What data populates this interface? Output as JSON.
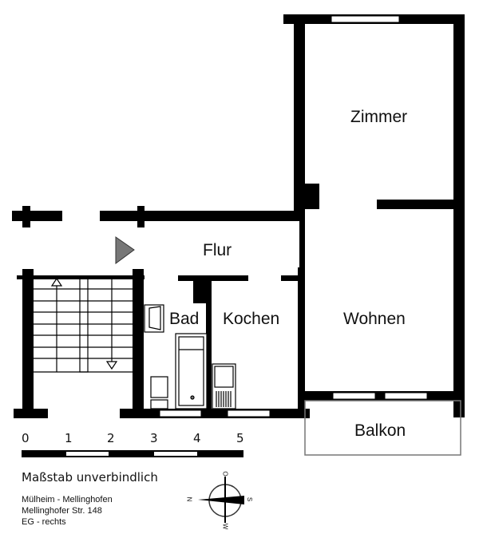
{
  "rooms": {
    "zimmer": "Zimmer",
    "flur": "Flur",
    "bad": "Bad",
    "kochen": "Kochen",
    "wohnen": "Wohnen",
    "balkon": "Balkon"
  },
  "scale": {
    "ticks": [
      "0",
      "1",
      "2",
      "3",
      "4",
      "5"
    ],
    "note": "Maßstab unverbindlich"
  },
  "address": {
    "line1": "Mülheim - Mellinghofen",
    "line2": "Mellinghofer Str. 148",
    "line3": "EG - rechts"
  },
  "compass": {
    "north": "N",
    "east": "O",
    "south": "S",
    "west": "W"
  },
  "colors": {
    "wall": "#000000",
    "entry_marker": "#777777"
  }
}
